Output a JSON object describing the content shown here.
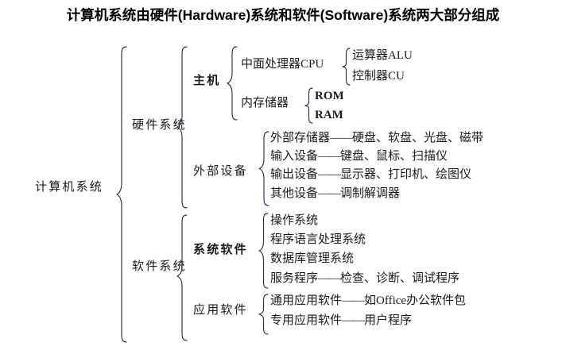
{
  "title": "计算机系统由硬件(Hardware)系统和软件(Software)系统两大部分组成",
  "root": {
    "label": "计算机系统"
  },
  "branches": {
    "hardware": {
      "label": "硬件系统",
      "host": {
        "label": "主机",
        "cpu": {
          "label": "中面处理器CPU",
          "children": [
            "运算器ALU",
            "控制器CU"
          ]
        },
        "memory": {
          "label": "内存储器",
          "children": [
            "ROM",
            "RAM"
          ]
        }
      },
      "peripherals": {
        "label": "外部设备",
        "rows": [
          {
            "name": "外部存储器",
            "connector": "——",
            "detail": "硬盘、软盘、光盘、磁带"
          },
          {
            "name": "输入设备",
            "connector": "——",
            "detail": "键盘、鼠标、扫描仪"
          },
          {
            "name": "输出设备",
            "connector": "——",
            "detail": "显示器、打印机、绘图仪"
          },
          {
            "name": "其他设备",
            "connector": "——",
            "detail": "调制解调器"
          }
        ]
      }
    },
    "software": {
      "label": "软件系统",
      "system_software": {
        "label": "系统软件",
        "rows": [
          {
            "name": "操作系统",
            "connector": "",
            "detail": ""
          },
          {
            "name": "程序语言处理系统",
            "connector": "",
            "detail": ""
          },
          {
            "name": "数据库管理系统",
            "connector": "",
            "detail": ""
          },
          {
            "name": "服务程序",
            "connector": "——",
            "detail": "检查、诊断、调试程序"
          }
        ]
      },
      "application_software": {
        "label": "应用软件",
        "rows": [
          {
            "name": "通用应用软件",
            "connector": "——",
            "detail": "如Office办公软件包"
          },
          {
            "name": "专用应用软件",
            "connector": "——",
            "detail": "用户程序"
          }
        ]
      }
    }
  },
  "colors": {
    "background": "#ffffff",
    "text": "#1a1a1a",
    "title": "#000000",
    "brace": "#2b2b4a"
  }
}
